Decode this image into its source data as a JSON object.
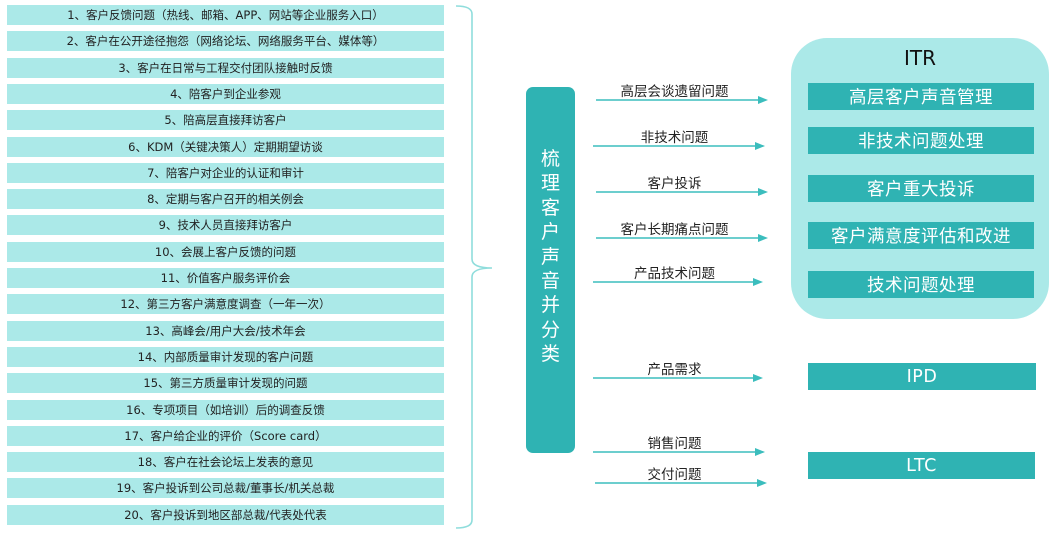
{
  "colors": {
    "light_teal": "#ABE9E8",
    "dark_teal": "#2FB3B3",
    "arrow": "#3BBDBD"
  },
  "sources": [
    "1、客户反馈问题（热线、邮箱、APP、网站等企业服务入口）",
    "2、客户在公开途径抱怨（网络论坛、网络服务平台、媒体等）",
    "3、客户在日常与工程交付团队接触时反馈",
    "4、陪客户到企业参观",
    "5、陪高层直接拜访客户",
    "6、KDM（关键决策人）定期期望访谈",
    "7、陪客户对企业的认证和审计",
    "8、定期与客户召开的相关例会",
    "9、技术人员直接拜访客户",
    "10、会展上客户反馈的问题",
    "11、价值客户服务评价会",
    "12、第三方客户满意度调查（一年一次）",
    "13、高峰会/用户大会/技术年会",
    "14、内部质量审计发现的客户问题",
    "15、第三方质量审计发现的问题",
    "16、专项项目（如培训）后的调查反馈",
    "17、客户给企业的评价（Score card）",
    "18、客户在社会论坛上发表的意见",
    "19、客户投诉到公司总裁/董事长/机关总裁",
    "20、客户投诉到地区部总裁/代表处代表"
  ],
  "center": {
    "label": "梳理客户声音并分类"
  },
  "flows": [
    "高层会谈遗留问题",
    "非技术问题",
    "客户投诉",
    "客户长期痛点问题",
    "产品技术问题",
    "产品需求",
    "销售问题",
    "交付问题"
  ],
  "itr": {
    "title": "ITR",
    "items": [
      "高层客户声音管理",
      "非技术问题处理",
      "客户重大投诉",
      "客户满意度评估和改进",
      "技术问题处理"
    ]
  },
  "ipd": {
    "label": "IPD"
  },
  "ltc": {
    "label": "LTC"
  }
}
